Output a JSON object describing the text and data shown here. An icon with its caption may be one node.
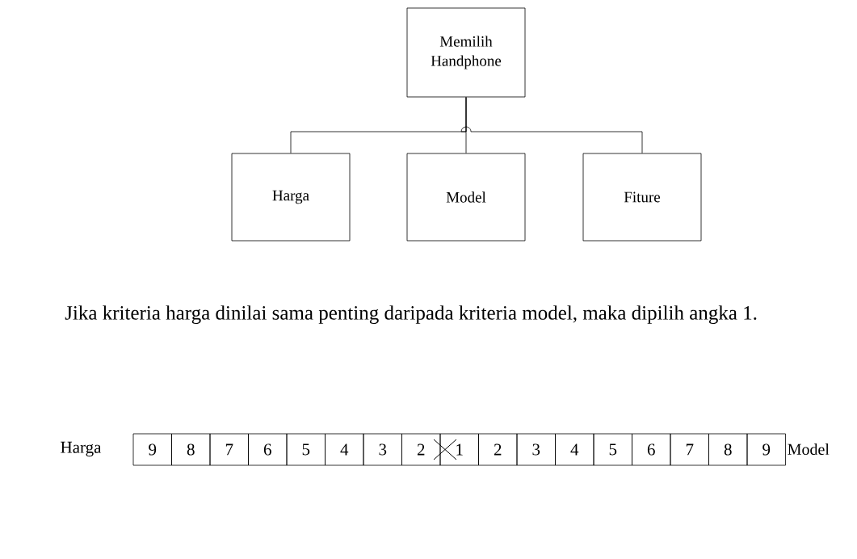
{
  "diagram": {
    "nodes": [
      {
        "text": [
          "Memilih Handphone"
        ]
      },
      {
        "text": [
          "Harga"
        ]
      },
      {
        "text": [
          "Model"
        ]
      },
      {
        "text": [
          "Fiture"
        ]
      }
    ],
    "edges": [
      {
        "from": 0,
        "to": 1,
        "arrow": "none"
      },
      {
        "from": 0,
        "to": 2,
        "arrow": "none"
      },
      {
        "from": 0,
        "to": 3,
        "arrow": "none"
      }
    ],
    "labels": [
      "Jika kriteria harga dinilai sama penting daripada kriteria model, maka dipilih angka 1.",
      "Harga",
      "9",
      "8",
      "7",
      "6",
      "5",
      "4",
      "3",
      "2",
      "1",
      "2",
      "3",
      "4",
      "5",
      "6",
      "7",
      "8",
      "9",
      "Model"
    ]
  }
}
